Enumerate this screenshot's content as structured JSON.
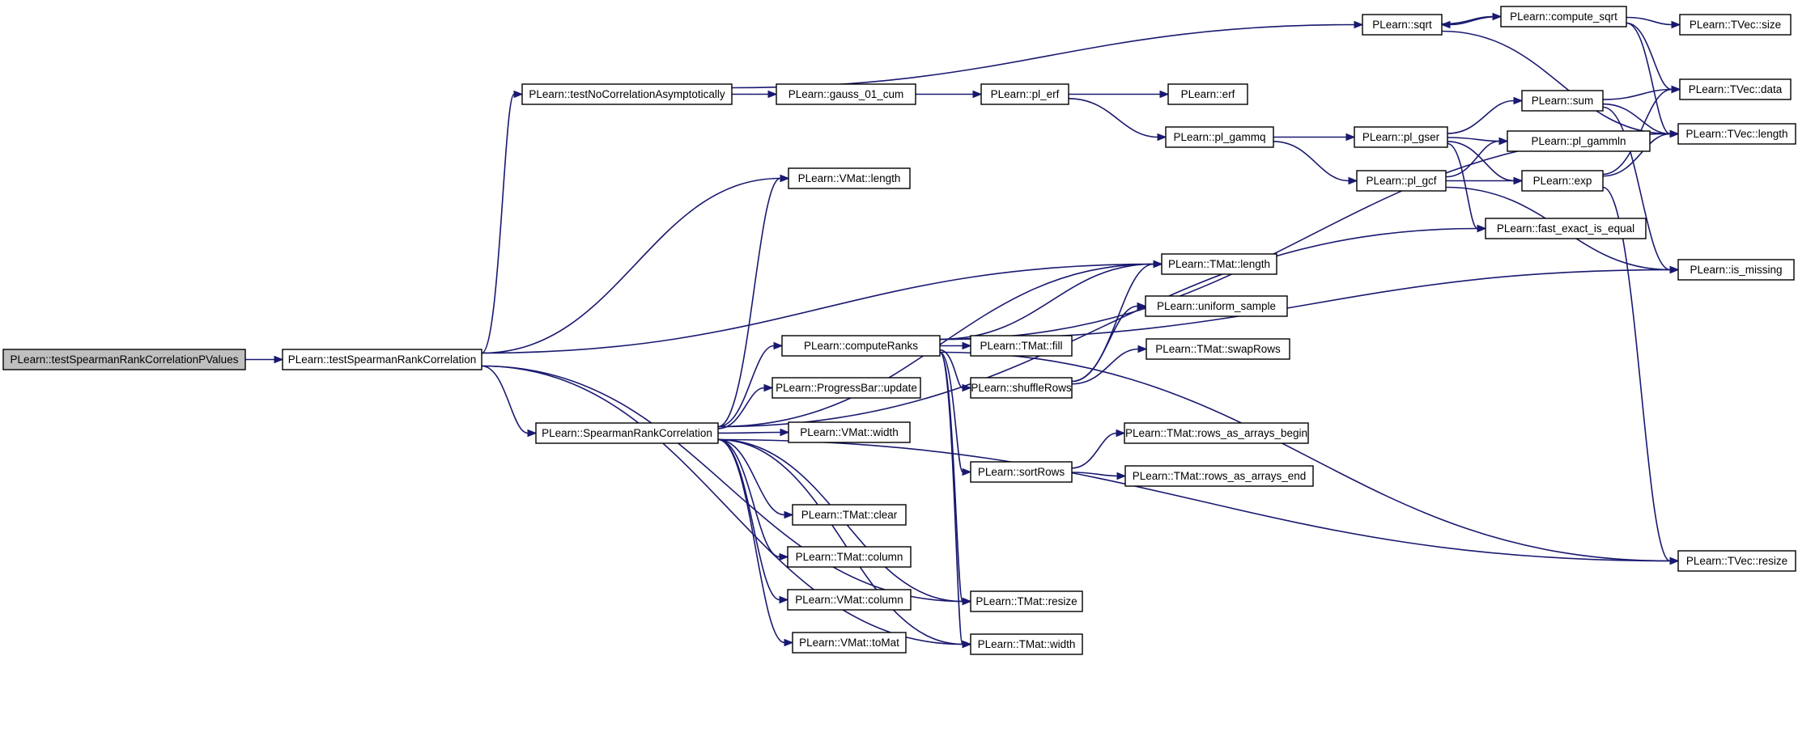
{
  "graph": {
    "title": "",
    "nodes": [
      {
        "id": "n1",
        "label": "PLearn::testSpearmanRankCorrelationPValues",
        "root": true
      },
      {
        "id": "n2",
        "label": "PLearn::testSpearmanRankCorrelation"
      },
      {
        "id": "n3",
        "label": "PLearn::testNoCorrelationAsymptotically"
      },
      {
        "id": "n4",
        "label": "PLearn::SpearmanRankCorrelation"
      },
      {
        "id": "n5",
        "label": "PLearn::gauss_01_cum"
      },
      {
        "id": "n6",
        "label": "PLearn::pl_erf"
      },
      {
        "id": "n7",
        "label": "PLearn::erf"
      },
      {
        "id": "n8",
        "label": "PLearn::pl_gammq"
      },
      {
        "id": "n9",
        "label": "PLearn::pl_gser"
      },
      {
        "id": "n10",
        "label": "PLearn::pl_gcf"
      },
      {
        "id": "n11",
        "label": "PLearn::sqrt"
      },
      {
        "id": "n12",
        "label": "PLearn::compute_sqrt"
      },
      {
        "id": "n13",
        "label": "PLearn::TVec::size"
      },
      {
        "id": "n14",
        "label": "PLearn::TVec::data"
      },
      {
        "id": "n15",
        "label": "PLearn::TVec::length"
      },
      {
        "id": "n16",
        "label": "PLearn::sum"
      },
      {
        "id": "n17",
        "label": "PLearn::pl_gammln"
      },
      {
        "id": "n18",
        "label": "PLearn::exp"
      },
      {
        "id": "n19",
        "label": "PLearn::fast_exact_is_equal"
      },
      {
        "id": "n20",
        "label": "PLearn::is_missing"
      },
      {
        "id": "n21",
        "label": "PLearn::TVec::resize"
      },
      {
        "id": "n22",
        "label": "PLearn::VMat::length"
      },
      {
        "id": "n23",
        "label": "PLearn::TMat::length"
      },
      {
        "id": "n24",
        "label": "PLearn::computeRanks"
      },
      {
        "id": "n25",
        "label": "PLearn::TMat::fill"
      },
      {
        "id": "n26",
        "label": "PLearn::shuffleRows"
      },
      {
        "id": "n27",
        "label": "PLearn::uniform_sample"
      },
      {
        "id": "n28",
        "label": "PLearn::TMat::swapRows"
      },
      {
        "id": "n29",
        "label": "PLearn::ProgressBar::update"
      },
      {
        "id": "n30",
        "label": "PLearn::VMat::width"
      },
      {
        "id": "n31",
        "label": "PLearn::sortRows"
      },
      {
        "id": "n32",
        "label": "PLearn::TMat::rows_as_arrays_begin"
      },
      {
        "id": "n33",
        "label": "PLearn::TMat::rows_as_arrays_end"
      },
      {
        "id": "n34",
        "label": "PLearn::TMat::clear"
      },
      {
        "id": "n35",
        "label": "PLearn::TMat::column"
      },
      {
        "id": "n36",
        "label": "PLearn::VMat::column"
      },
      {
        "id": "n37",
        "label": "PLearn::VMat::toMat"
      },
      {
        "id": "n38",
        "label": "PLearn::TMat::resize"
      },
      {
        "id": "n39",
        "label": "PLearn::TMat::width"
      }
    ],
    "edges": [
      [
        "n1",
        "n2"
      ],
      [
        "n2",
        "n3"
      ],
      [
        "n2",
        "n22"
      ],
      [
        "n2",
        "n23"
      ],
      [
        "n2",
        "n4"
      ],
      [
        "n2",
        "n38"
      ],
      [
        "n2",
        "n39"
      ],
      [
        "n3",
        "n5"
      ],
      [
        "n3",
        "n11"
      ],
      [
        "n5",
        "n6"
      ],
      [
        "n6",
        "n7"
      ],
      [
        "n6",
        "n8"
      ],
      [
        "n8",
        "n9"
      ],
      [
        "n8",
        "n10"
      ],
      [
        "n9",
        "n16"
      ],
      [
        "n9",
        "n17"
      ],
      [
        "n9",
        "n18"
      ],
      [
        "n9",
        "n19"
      ],
      [
        "n10",
        "n17"
      ],
      [
        "n10",
        "n18"
      ],
      [
        "n10",
        "n20"
      ],
      [
        "n11",
        "n12"
      ],
      [
        "n11",
        "n15"
      ],
      [
        "n12",
        "n11"
      ],
      [
        "n12",
        "n13"
      ],
      [
        "n12",
        "n14"
      ],
      [
        "n12",
        "n15"
      ],
      [
        "n16",
        "n14"
      ],
      [
        "n16",
        "n15"
      ],
      [
        "n16",
        "n20"
      ],
      [
        "n18",
        "n14"
      ],
      [
        "n18",
        "n15"
      ],
      [
        "n18",
        "n21"
      ],
      [
        "n4",
        "n22"
      ],
      [
        "n4",
        "n23"
      ],
      [
        "n4",
        "n24"
      ],
      [
        "n4",
        "n29"
      ],
      [
        "n4",
        "n30"
      ],
      [
        "n4",
        "n34"
      ],
      [
        "n4",
        "n35"
      ],
      [
        "n4",
        "n36"
      ],
      [
        "n4",
        "n37"
      ],
      [
        "n4",
        "n38"
      ],
      [
        "n4",
        "n39"
      ],
      [
        "n4",
        "n19"
      ],
      [
        "n4",
        "n21"
      ],
      [
        "n24",
        "n23"
      ],
      [
        "n24",
        "n25"
      ],
      [
        "n24",
        "n26"
      ],
      [
        "n24",
        "n31"
      ],
      [
        "n24",
        "n15"
      ],
      [
        "n24",
        "n20"
      ],
      [
        "n24",
        "n21"
      ],
      [
        "n24",
        "n38"
      ],
      [
        "n24",
        "n39"
      ],
      [
        "n26",
        "n23"
      ],
      [
        "n26",
        "n27"
      ],
      [
        "n26",
        "n28"
      ],
      [
        "n31",
        "n32"
      ],
      [
        "n31",
        "n33"
      ]
    ]
  },
  "colors": {
    "edge": "#191970",
    "node_fill": "#ffffff",
    "root_fill": "#bfbfbf",
    "node_border": "#000000"
  }
}
